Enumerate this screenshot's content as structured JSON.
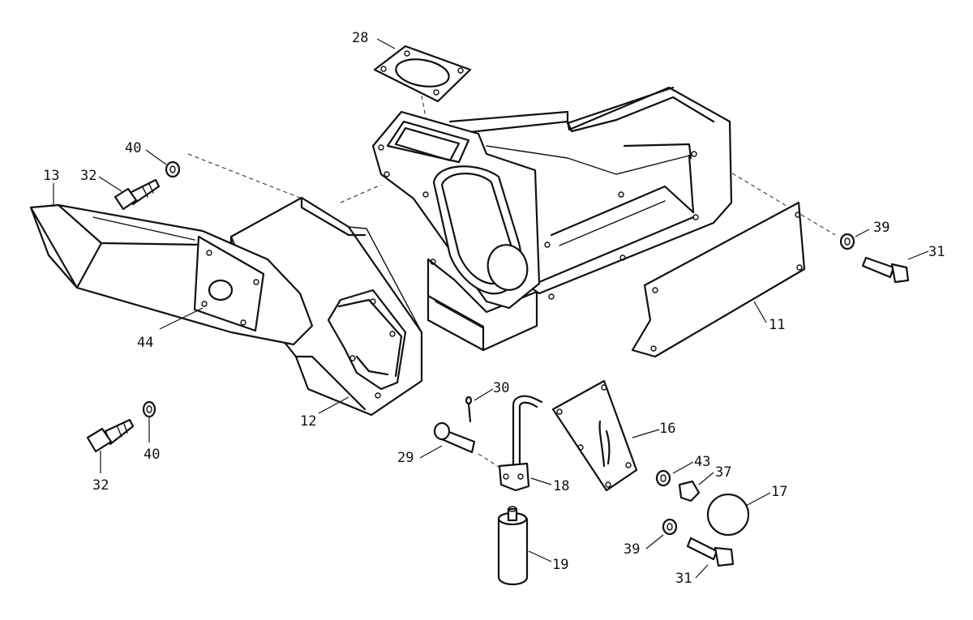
{
  "callouts": {
    "c28": "28",
    "c40a": "40",
    "c32a": "32",
    "c13": "13",
    "c44": "44",
    "c12": "12",
    "c40b": "40",
    "c32b": "32",
    "c39a": "39",
    "c31a": "31",
    "c11": "11",
    "c30": "30",
    "c29": "29",
    "c18": "18",
    "c16": "16",
    "c43": "43",
    "c37": "37",
    "c17": "17",
    "c39b": "39",
    "c31b": "31",
    "c19": "19"
  }
}
